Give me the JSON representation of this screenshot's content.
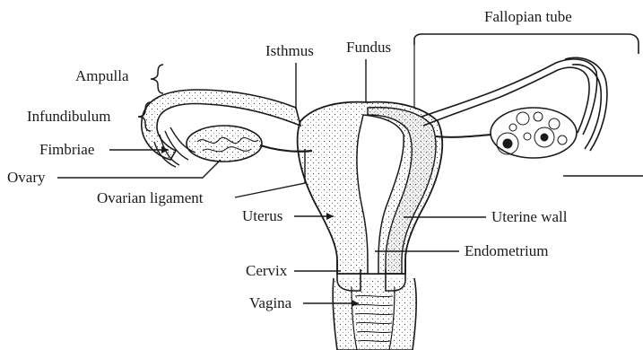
{
  "diagram": {
    "labels": {
      "fallopian_tube": "Fallopian tube",
      "isthmus": "Isthmus",
      "fundus": "Fundus",
      "ampulla": "Ampulla",
      "infundibulum": "Infundibulum",
      "fimbriae": "Fimbriae",
      "ovary": "Ovary",
      "ovarian_ligament": "Ovarian ligament",
      "uterus": "Uterus",
      "uterine_wall": "Uterine wall",
      "endometrium": "Endometrium",
      "cervix": "Cervix",
      "vagina": "Vagina"
    },
    "colors": {
      "ink": "#1a1a1a",
      "background": "#ffffff"
    }
  }
}
